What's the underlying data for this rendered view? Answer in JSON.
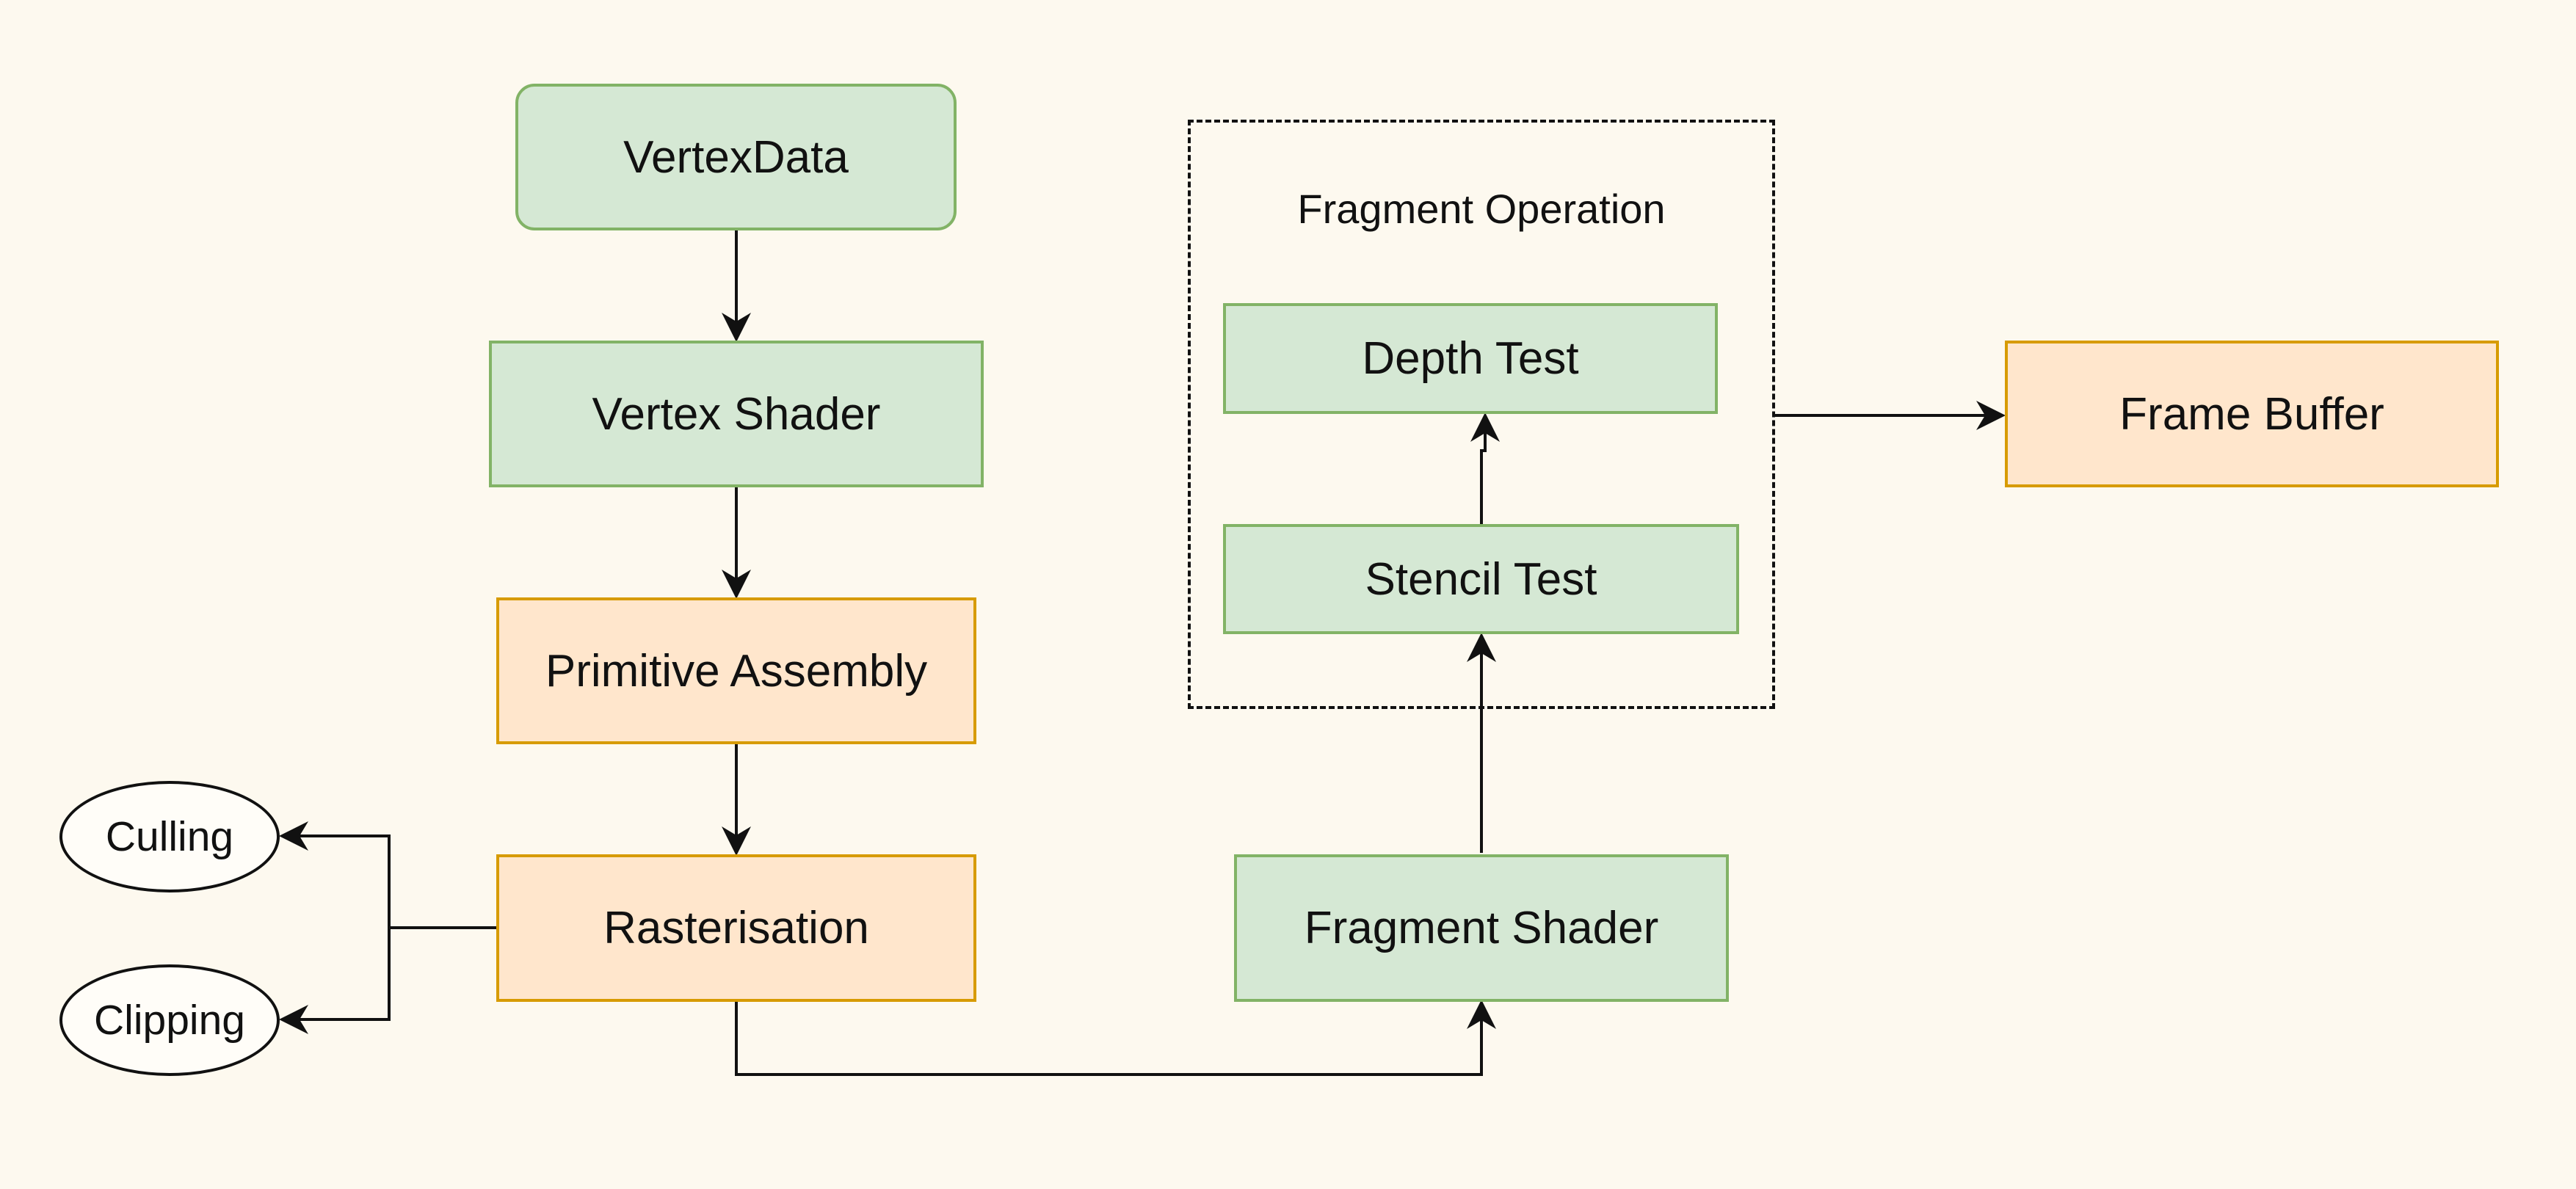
{
  "diagram": {
    "nodes": {
      "vertex_data": "VertexData",
      "vertex_shader": "Vertex Shader",
      "primitive_assembly": "Primitive Assembly",
      "rasterisation": "Rasterisation",
      "culling": "Culling",
      "clipping": "Clipping",
      "fragment_shader": "Fragment Shader",
      "stencil_test": "Stencil Test",
      "depth_test": "Depth Test",
      "frame_buffer": "Frame Buffer"
    },
    "group_label": "Fragment Operation",
    "edges": [
      {
        "from": "VertexData",
        "to": "Vertex Shader"
      },
      {
        "from": "Vertex Shader",
        "to": "Primitive Assembly"
      },
      {
        "from": "Primitive Assembly",
        "to": "Rasterisation"
      },
      {
        "from": "Rasterisation",
        "to": "Culling"
      },
      {
        "from": "Rasterisation",
        "to": "Clipping"
      },
      {
        "from": "Rasterisation",
        "to": "Fragment Shader"
      },
      {
        "from": "Fragment Shader",
        "to": "Stencil Test"
      },
      {
        "from": "Stencil Test",
        "to": "Depth Test"
      },
      {
        "from": "Fragment Operation",
        "to": "Frame Buffer"
      }
    ],
    "colors": {
      "background": "#fdf9ef",
      "green_fill": "#d5e8d4",
      "green_stroke": "#82b366",
      "orange_fill": "#ffe6cc",
      "orange_stroke": "#d79b00",
      "line": "#111111"
    }
  }
}
